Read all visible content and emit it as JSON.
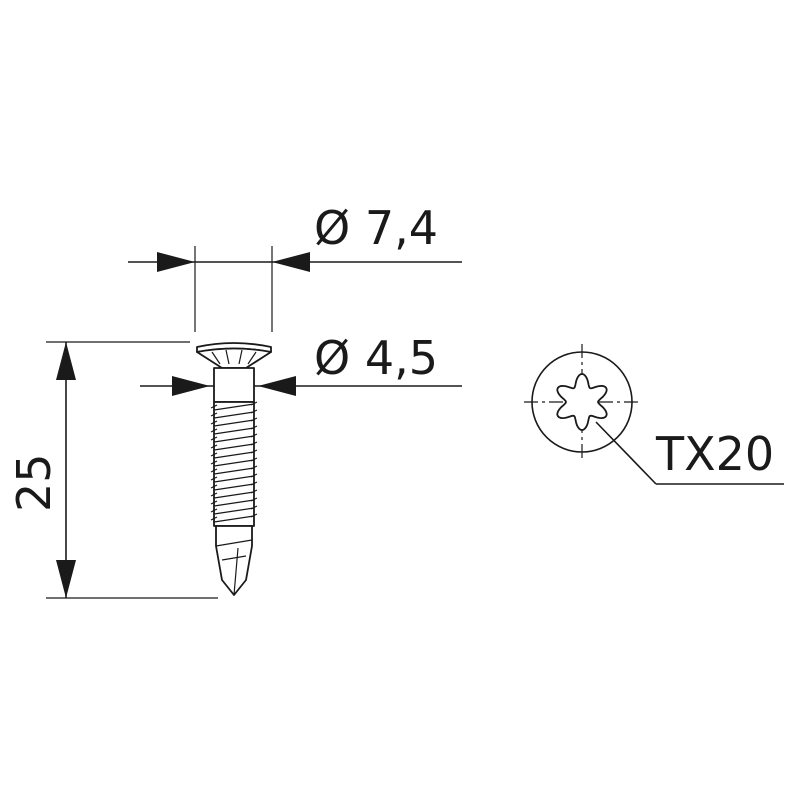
{
  "dimensions": {
    "head_diameter": "Ø 7,4",
    "shank_diameter": "Ø 4,5",
    "length": "25",
    "drive": "TX20"
  },
  "colors": {
    "line": "#1a1a1a",
    "background": "#ffffff"
  }
}
